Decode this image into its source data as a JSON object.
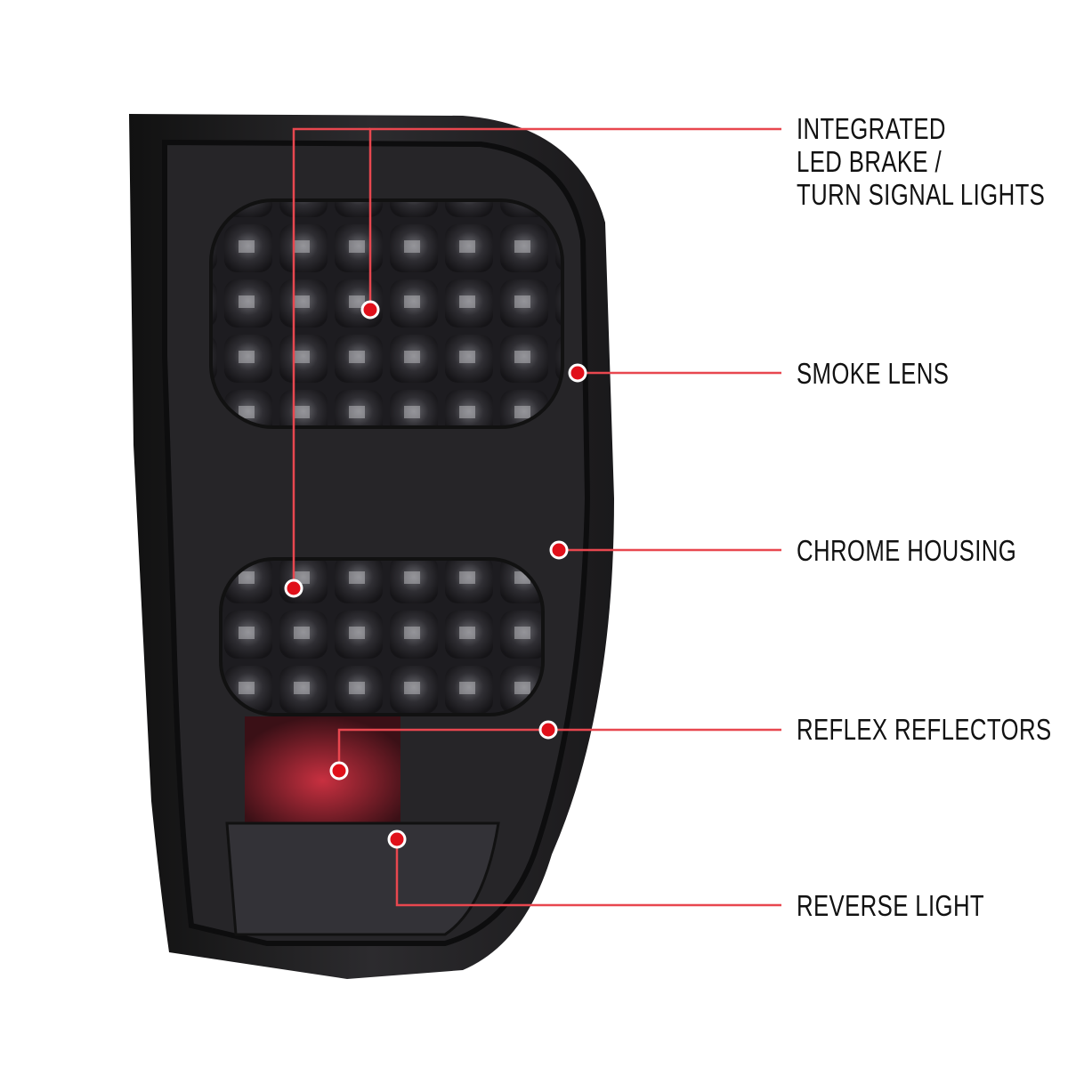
{
  "callouts": {
    "integrated": {
      "line1": "INTEGRATED",
      "line2": "LED BRAKE /",
      "line3": "TURN SIGNAL LIGHTS"
    },
    "smoke_lens": "SMOKE LENS",
    "chrome_housing": "CHROME HOUSING",
    "reflex_reflectors": "REFLEX REFLECTORS",
    "reverse_light": "REVERSE LIGHT"
  },
  "colors": {
    "callout_line": "#e8474f",
    "dot": "#e0101a",
    "lamp_dark": "#1b1a1c"
  }
}
